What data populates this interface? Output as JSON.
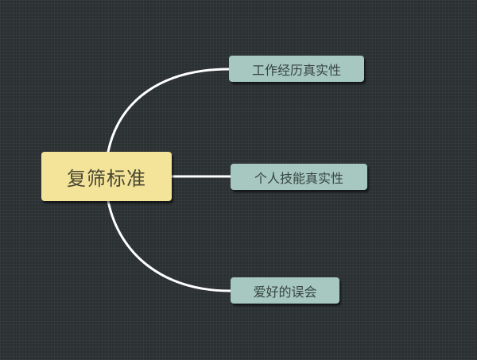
{
  "diagram": {
    "type": "mind-map",
    "root": {
      "label": "复筛标准"
    },
    "branches": [
      {
        "label": "工作经历真实性"
      },
      {
        "label": "个人技能真实性"
      },
      {
        "label": "爱好的误会"
      }
    ],
    "colors": {
      "background": "#2b3033",
      "root_fill": "#f3e49a",
      "branch_fill": "#a6c8c1",
      "connector": "#ffffff"
    }
  }
}
